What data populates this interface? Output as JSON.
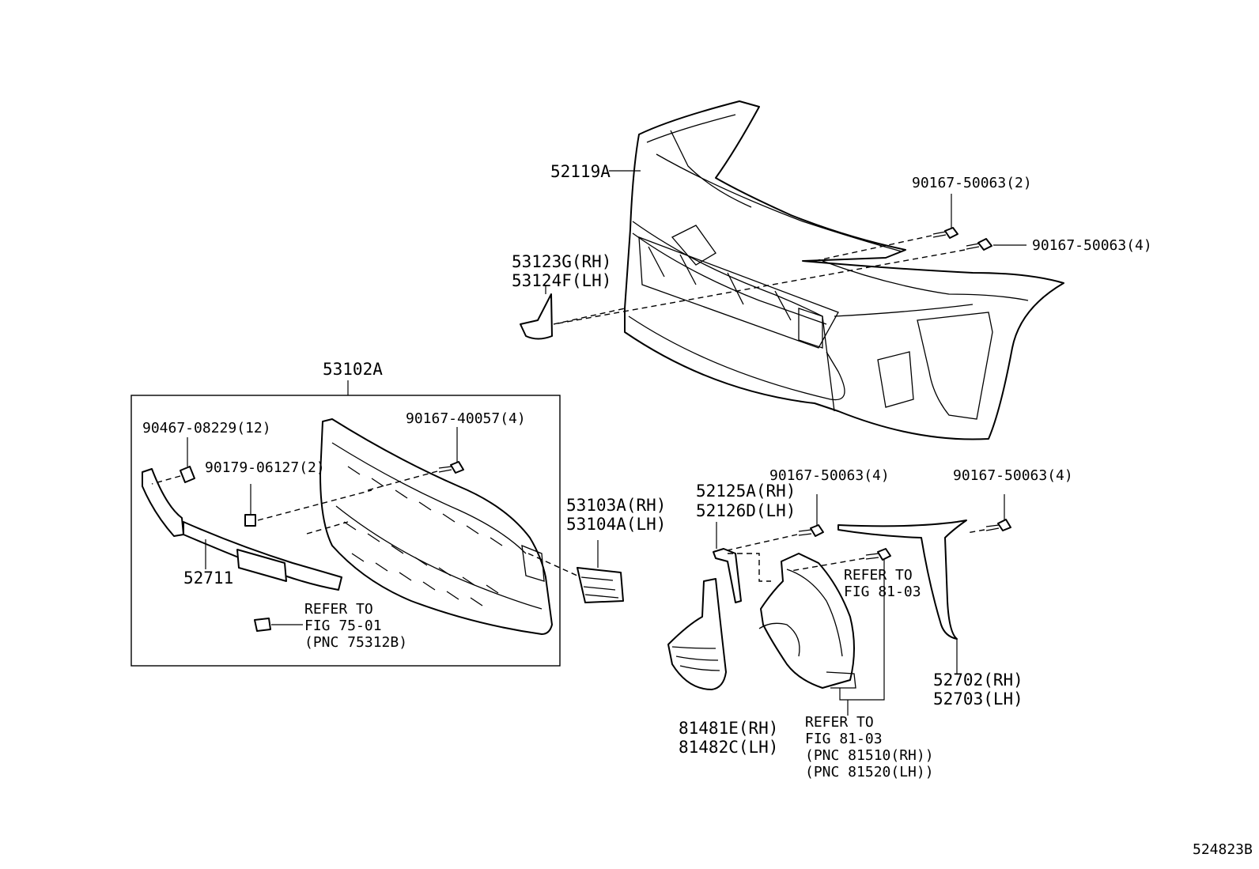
{
  "labels": {
    "bumper_cover": "52119A",
    "bolt_top_1": "90167-50063(2)",
    "bolt_top_2": "90167-50063(4)",
    "seal_line1": "53123G(RH)",
    "seal_line2": "53124F(LH)",
    "grille_assy": "53102A",
    "clip_top": "90467-08229(12)",
    "nut_clip": "90179-06127(2)",
    "bolt_grille": "90167-40057(4)",
    "spoiler": "52711",
    "refer_75_line1": "REFER TO",
    "refer_75_line2": "FIG 75-01",
    "refer_75_line3": "(PNC 75312B)",
    "bracket_line1": "53103A(RH)",
    "bracket_line2": "53104A(LH)",
    "retainer_line1": "52125A(RH)",
    "retainer_line2": "52126D(LH)",
    "bolt_mid": "90167-50063(4)",
    "bolt_right": "90167-50063(4)",
    "refer_81_line1": "REFER TO",
    "refer_81_line2": "FIG 81-03",
    "lamp_cover_line1": "81481E(RH)",
    "lamp_cover_line2": "81482C(LH)",
    "refer_bottom_line1": "REFER TO",
    "refer_bottom_line2": "FIG 81-03",
    "refer_bottom_line3": "(PNC 81510(RH))",
    "refer_bottom_line4": "(PNC 81520(LH))",
    "garnish_line1": "52702(RH)",
    "garnish_line2": "52703(LH)",
    "figure_id": "524823B"
  }
}
